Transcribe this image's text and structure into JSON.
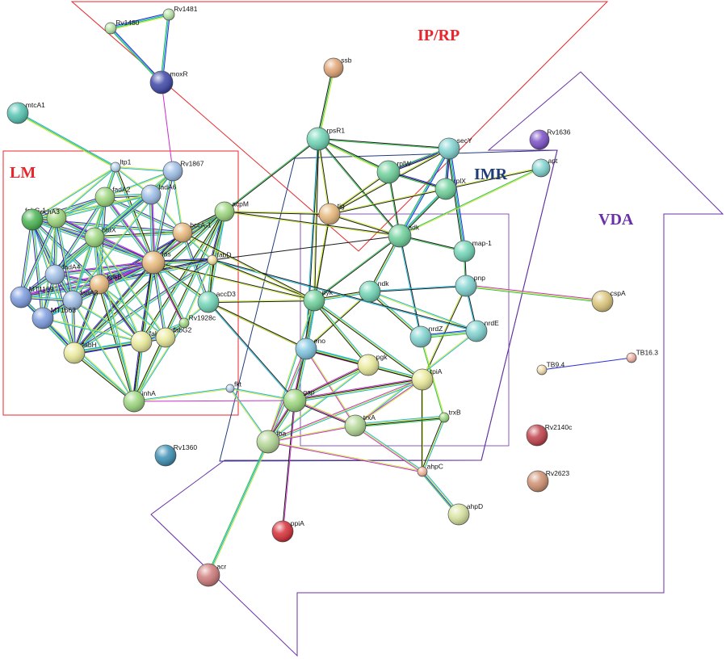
{
  "regions": [
    {
      "id": "IP/RP",
      "label": "IP/RP",
      "color": "#e8262b"
    },
    {
      "id": "LM",
      "label": "LM",
      "color": "#e8262b"
    },
    {
      "id": "IMR",
      "label": "IMR",
      "color": "#1f3c78"
    },
    {
      "id": "VDA",
      "label": "VDA",
      "color": "#6b2fa8"
    }
  ],
  "nodes": [
    {
      "id": "Rv1480",
      "label": "Rv1480",
      "color": "#b6e3a5"
    },
    {
      "id": "Rv1481",
      "label": "Rv1481",
      "color": "#b6e3a5"
    },
    {
      "id": "moxR",
      "label": "moxR",
      "color": "#3d46a8"
    },
    {
      "id": "mtcA1",
      "label": "mtcA1",
      "color": "#54c4b2"
    },
    {
      "id": "ssb",
      "label": "ssb",
      "color": "#e0a373"
    },
    {
      "id": "Rv1636",
      "label": "Rv1636",
      "color": "#7a4fc6"
    },
    {
      "id": "rpsR1",
      "label": "rpsR1",
      "color": "#6fd5b6"
    },
    {
      "id": "secY",
      "label": "secY",
      "color": "#7fd3d0"
    },
    {
      "id": "apt",
      "label": "apt",
      "color": "#7fd3d0"
    },
    {
      "id": "rplW",
      "label": "rplW",
      "color": "#6dd09a"
    },
    {
      "id": "rplX",
      "label": "rplX",
      "color": "#6dd09a"
    },
    {
      "id": "ltp1",
      "label": "ltp1",
      "color": "#b9d3ee"
    },
    {
      "id": "Rv1867",
      "label": "Rv1867",
      "color": "#9dbde6"
    },
    {
      "id": "fadA2",
      "label": "fadA2",
      "color": "#9bd67c"
    },
    {
      "id": "fadA6",
      "label": "fadA6",
      "color": "#9dbde6"
    },
    {
      "id": "fabG-1",
      "label": "fabG-1",
      "color": "#9bd67c"
    },
    {
      "id": "echA3",
      "label": "echA3",
      "color": "#49b451"
    },
    {
      "id": "htdX",
      "label": "htdX",
      "color": "#9bd67c"
    },
    {
      "id": "fas",
      "label": "fas",
      "color": "#e7b87a"
    },
    {
      "id": "bccA-1",
      "label": "bccA-1",
      "color": "#e7b87a"
    },
    {
      "id": "acpM",
      "label": "acpM",
      "color": "#9bd67c"
    },
    {
      "id": "fabD",
      "label": "fabD",
      "color": "#f5dc9c"
    },
    {
      "id": "fadA4",
      "label": "fadA4",
      "color": "#9dbde6"
    },
    {
      "id": "kasB",
      "label": "kasB",
      "color": "#e7b87a"
    },
    {
      "id": "MT1169",
      "label": "MT1169",
      "color": "#7b9bde"
    },
    {
      "id": "fadA3",
      "label": "fadA3",
      "color": "#9dbde6"
    },
    {
      "id": "MT1663",
      "label": "MT1663",
      "color": "#7b9bde"
    },
    {
      "id": "tig",
      "label": "tig",
      "color": "#e7b87a"
    },
    {
      "id": "adk",
      "label": "adk",
      "color": "#6dd09a"
    },
    {
      "id": "map-1",
      "label": "map-1",
      "color": "#6fd5b6"
    },
    {
      "id": "accD3",
      "label": "accD3",
      "color": "#6fd5b6"
    },
    {
      "id": "pyk",
      "label": "pyk",
      "color": "#6dd09a"
    },
    {
      "id": "ndk",
      "label": "ndk",
      "color": "#6fd5b6"
    },
    {
      "id": "pnp",
      "label": "pnp",
      "color": "#7fd3d0"
    },
    {
      "id": "cspA",
      "label": "cspA",
      "color": "#dcc57a"
    },
    {
      "id": "fabH",
      "label": "fabH",
      "color": "#eaea9a"
    },
    {
      "id": "fabG",
      "label": "fabG",
      "color": "#eaea9a"
    },
    {
      "id": "fabG2",
      "label": "fabG2",
      "color": "#eaea9a"
    },
    {
      "id": "Rv1928c",
      "label": "Rv1928c",
      "color": "#9bd67c"
    },
    {
      "id": "eno",
      "label": "eno",
      "color": "#7fc5e0"
    },
    {
      "id": "nrdZ",
      "label": "nrdZ",
      "color": "#7fd3d0"
    },
    {
      "id": "nrdE",
      "label": "nrdE",
      "color": "#7fd3d0"
    },
    {
      "id": "pgk",
      "label": "pgk",
      "color": "#eaea9a"
    },
    {
      "id": "tpiA",
      "label": "tpiA",
      "color": "#eaea9a"
    },
    {
      "id": "TB9.4",
      "label": "TB9.4",
      "color": "#f0dcab"
    },
    {
      "id": "TB16.3",
      "label": "TB16.3",
      "color": "#f0b0a0"
    },
    {
      "id": "inhA",
      "label": "inhA",
      "color": "#9bd67c"
    },
    {
      "id": "fkt",
      "label": "fkt",
      "color": "#b9d3ee"
    },
    {
      "id": "gap",
      "label": "gap",
      "color": "#9bd67c"
    },
    {
      "id": "trxA",
      "label": "trxA",
      "color": "#b3d795"
    },
    {
      "id": "trxB",
      "label": "trxB",
      "color": "#9bd67c"
    },
    {
      "id": "Rv2140c",
      "label": "Rv2140c",
      "color": "#c0404a"
    },
    {
      "id": "fba",
      "label": "fba",
      "color": "#b3d795"
    },
    {
      "id": "Rv1360",
      "label": "Rv1360",
      "color": "#3b8fb4"
    },
    {
      "id": "ahpC",
      "label": "ahpC",
      "color": "#f3b79b"
    },
    {
      "id": "Rv2623",
      "label": "Rv2623",
      "color": "#cf9070"
    },
    {
      "id": "ahpD",
      "label": "ahpD",
      "color": "#d8e39e"
    },
    {
      "id": "ppiA",
      "label": "ppiA",
      "color": "#d62e36"
    },
    {
      "id": "acr",
      "label": "acr",
      "color": "#d07a7a"
    }
  ],
  "edge_colors": {
    "text_mining": "#c7e83a",
    "coexpression": "#1a1a1a",
    "experiments": "#c82ec8",
    "databases": "#21b5d6",
    "neighborhood": "#2c2cd6",
    "gene_fusion": "#2fc048"
  }
}
